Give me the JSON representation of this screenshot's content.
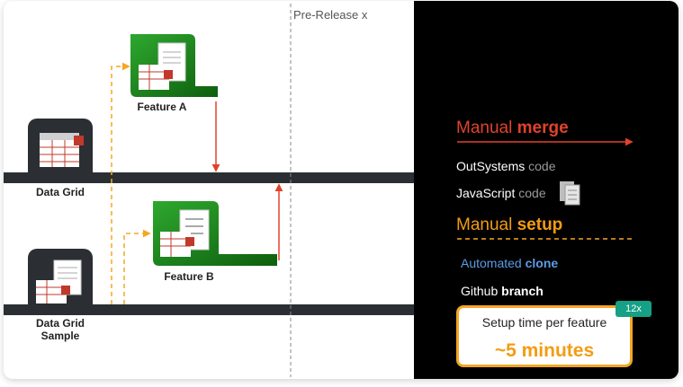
{
  "nodes": {
    "data_grid": "Data Grid",
    "data_grid_sample_line1": "Data Grid",
    "data_grid_sample_line2": "Sample",
    "feature_a": "Feature A",
    "feature_b": "Feature B"
  },
  "prerelease_label": "Pre-Release x",
  "panel": {
    "manual_merge_prefix": "Manual",
    "manual_merge_bold": "merge",
    "outsystems_main": "OutSystems",
    "outsystems_sub": "code",
    "javascript_main": "JavaScript",
    "javascript_sub": "code",
    "manual_setup_prefix": "Manual",
    "manual_setup_bold": "setup",
    "automated_prefix": "Automated",
    "automated_bold": "clone",
    "github_prefix": "Github",
    "github_bold": "branch",
    "setup_time_label": "Setup time per feature",
    "setup_time_value": "~5 minutes",
    "multiplier_badge": "12x"
  },
  "colors": {
    "accent_red": "#e0422c",
    "accent_orange": "#f5a623",
    "accent_green": "#1e8c1e",
    "track_dark": "#2b2f33",
    "badge_teal": "#16a085",
    "clone_blue": "#5c9ce6"
  },
  "icons": {
    "data_grid": "data-grid-icon",
    "data_grid_sample": "data-grid-sample-icon",
    "feature_a": "feature-a-icon",
    "feature_b": "feature-b-icon",
    "clipboard": "clipboard-icon"
  }
}
